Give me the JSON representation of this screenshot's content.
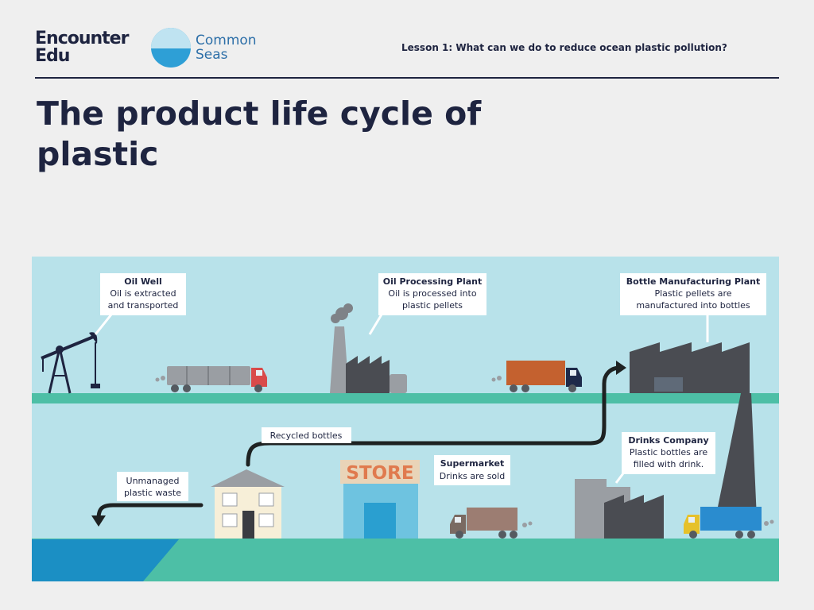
{
  "header": {
    "brand_primary_line1": "Encounter",
    "brand_primary_line2": "Edu",
    "brand_secondary_line1": "Common",
    "brand_secondary_line2": "Seas",
    "lesson": "Lesson 1: What can we do to reduce ocean plastic pollution?"
  },
  "title": "The product life cycle of plastic",
  "diagram": {
    "labels": {
      "oil_well": {
        "title": "Oil Well",
        "line1": "Oil is extracted",
        "line2": "and transported"
      },
      "oil_processing": {
        "title": "Oil Processing Plant",
        "line1": "Oil is processed into",
        "line2": "plastic pellets"
      },
      "bottle_manufacturing": {
        "title": "Bottle Manufacturing Plant",
        "line1": "Plastic pellets are",
        "line2": "manufactured into bottles"
      },
      "recycled": {
        "text": "Recycled bottles"
      },
      "unmanaged": {
        "line1": "Unmanaged",
        "line2": "plastic waste"
      },
      "store": {
        "text": "STORE"
      },
      "supermarket": {
        "title": "Supermarket",
        "line1": "Drinks are sold"
      },
      "drinks_company": {
        "title": "Drinks Company",
        "line1": "Plastic bottles are",
        "line2": "filled with drink."
      }
    },
    "colors": {
      "sky": "#b8e2ea",
      "ground": "#4dbfa6",
      "water": "#1b8fc4",
      "factory": "#4a4c52",
      "path": "#1e2222",
      "store_sign": "#e07a4e"
    }
  }
}
